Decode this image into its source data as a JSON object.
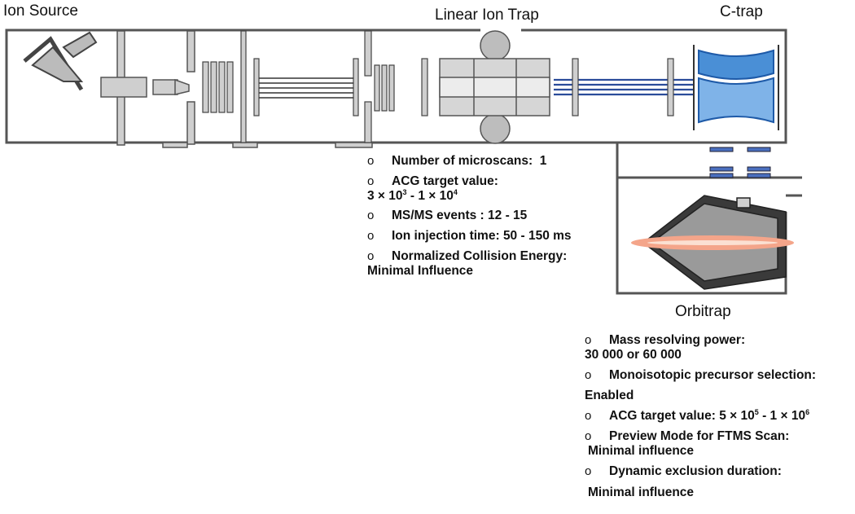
{
  "labels": {
    "ion_source": "Ion Source",
    "linear_ion_trap": "Linear Ion Trap",
    "c_trap": "C-trap",
    "orbitrap": "Orbitrap"
  },
  "colors": {
    "housing": "#555555",
    "electrode_fill": "#cfcfcf",
    "c_trap_blue": "#4a8fd6",
    "orbitrap_dark": "#3a3a3a",
    "ion_beam": "#f4a58a"
  },
  "ion_trap_params": [
    {
      "marker": "o",
      "label": "Number of microscans:",
      "value": "1"
    },
    {
      "marker": "o",
      "label": "ACG target value:",
      "value_base": "3 × 10",
      "value_exp": "3",
      "value_sep": " - 1 × 10",
      "value_exp2": "4"
    },
    {
      "marker": "o",
      "label": "MS/MS events :",
      "value": "12 - 15"
    },
    {
      "marker": "o",
      "label": "Ion injection time:",
      "value": "50 - 150 ms"
    },
    {
      "marker": "o",
      "label": "Normalized Collision Energy:",
      "value": "Minimal Influence"
    }
  ],
  "orbitrap_params": [
    {
      "marker": "o",
      "label": "Mass resolving power:",
      "value": "30 000 or 60 000"
    },
    {
      "marker": "o",
      "label": "Monoisotopic precursor selection:",
      "value": "Enabled"
    },
    {
      "marker": "o",
      "label": "ACG target value:",
      "value_base": "5 × 10",
      "value_exp": "5",
      "value_sep": " - 1 × 10",
      "value_exp2": "6"
    },
    {
      "marker": "o",
      "label": "Preview Mode for FTMS Scan:",
      "value": "Minimal influence"
    },
    {
      "marker": "o",
      "label": "Dynamic exclusion duration:",
      "value": "Minimal influence"
    }
  ]
}
